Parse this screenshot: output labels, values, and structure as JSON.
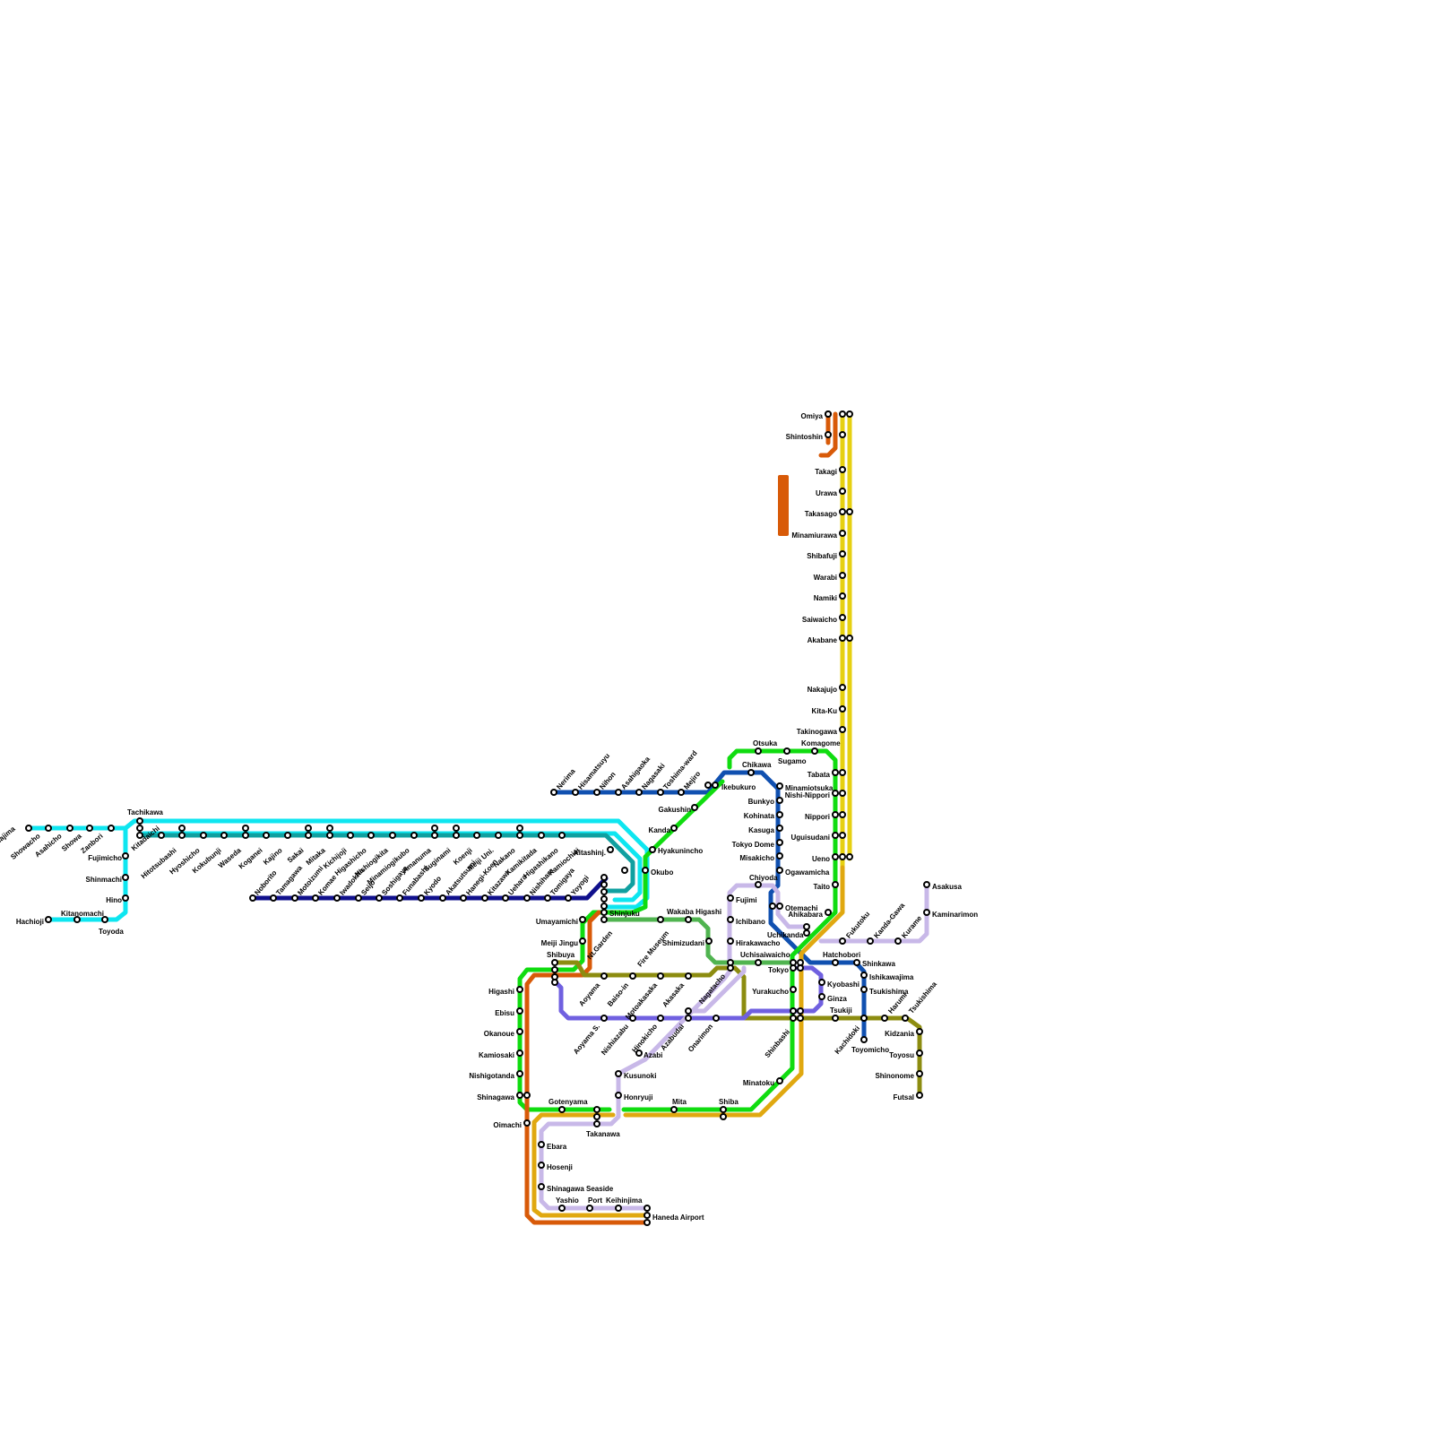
{
  "colors": {
    "cyan": "#0ee6f0",
    "teal": "#10a0a0",
    "navy": "#10108c",
    "blue": "#1050b0",
    "green": "#10dc10",
    "orange": "#d85a08",
    "yellow": "#e6d010",
    "gold": "#e0a810",
    "olive": "#8c8c10",
    "lavender": "#c8b8e8",
    "purple": "#7060e0",
    "midgreen": "#50b450"
  },
  "stations": [
    "Hajima",
    "Showacho",
    "Asahicho",
    "Showa",
    "Zanbori",
    "Tachikawa",
    "Kitadaichi",
    "Hitotsubashi",
    "Hyoshicho",
    "Kokubunji",
    "Waseda",
    "Koganei",
    "Kajino",
    "Sakai",
    "Mitaka",
    "Kichijoji",
    "Higashicho",
    "Nishiogikita",
    "Minamiogikubo",
    "Amanuma",
    "Suginami",
    "Koenji",
    "Meiji Uni.",
    "Nakano",
    "Kamikitada",
    "Higashikano",
    "Kamiochiai",
    "Kitashinj.",
    "Fujimicho",
    "Shinmachi",
    "Hino",
    "Hachioji",
    "Kitanomachi",
    "Toyoda",
    "Noborito",
    "Tamagawa",
    "Motoizumi",
    "Komae",
    "Iwadokita",
    "Seijo",
    "Soshigaya",
    "Funabashi",
    "Kyodo",
    "Akatsutsumi",
    "Hanegi-Koen",
    "Kitazawa",
    "Uehara",
    "Nishihara",
    "Tomigaya",
    "Yoyogi",
    "Nerima",
    "Hisamatsuyu",
    "Nihon",
    "Asahigaoka",
    "Nagasaki",
    "Toshima-ward",
    "Mejiro",
    "Ikebukuro",
    "Gakushin",
    "Kanda",
    "Hyakunincho",
    "Okubo",
    "Shinjuku",
    "Umayamichi",
    "Nt.Garden",
    "Fire Museum",
    "Wakaba Higashi",
    "Shimizudani",
    "Meiji Jingu",
    "Shibuya",
    "Aoyama",
    "Baiso-in",
    "Motoakasaka",
    "Akasaka",
    "Nagatacho",
    "Higashi",
    "Ebisu",
    "Okanoue",
    "Kamiosaki",
    "Nishigotanda",
    "Shinagawa",
    "Oimachi",
    "Aoyama S.",
    "Nishiazabu",
    "Hinokicho",
    "Azabudai",
    "Onarimon",
    "Azabi",
    "Kusunoki",
    "Honryuji",
    "Gotenyama",
    "Takanawa",
    "Mita",
    "Shiba",
    "Minatoku",
    "Ebara",
    "Hosenji",
    "Shinagawa Seaside",
    "Yashio",
    "Port",
    "Keihinjima",
    "Haneda Airport",
    "Otsuka",
    "Sugamo",
    "Komagome",
    "Chikawa",
    "Minamiotsuka",
    "Bunkyo",
    "Kohinata",
    "Kasuga",
    "Tokyo Dome",
    "Misakicho",
    "Ogawamicha",
    "Chiyoda",
    "Fujimi",
    "Ichibano",
    "Hirakawacho",
    "Uchisaiwaicho",
    "Otemachi",
    "Uchikanda",
    "Ahikabara",
    "Tokyo",
    "Yurakucho",
    "Shinbashi",
    "Kyobashi",
    "Ginza",
    "Tsukiji",
    "Hatchobori",
    "Shinkawa",
    "Ishikawajima",
    "Tsukishima",
    "Kachidoki",
    "Toyomicho",
    "Harumi",
    "Tsukishima",
    "Kidzania",
    "Toyosu",
    "Shinonome",
    "Futsal",
    "Omiya",
    "Shintoshin",
    "Takagi",
    "Urawa",
    "Takasago",
    "Minamiurawa",
    "Shibafuji",
    "Warabi",
    "Namiki",
    "Saiwaicho",
    "Akabane",
    "Nakajujo",
    "Kita-Ku",
    "Takinogawa",
    "Tabata",
    "Nishi-Nippori",
    "Nippori",
    "Uguisudani",
    "Ueno",
    "Taito",
    "Fukutoku",
    "Kanda-Gawa",
    "Kurame",
    "Asakusa",
    "Kaminarimon"
  ]
}
